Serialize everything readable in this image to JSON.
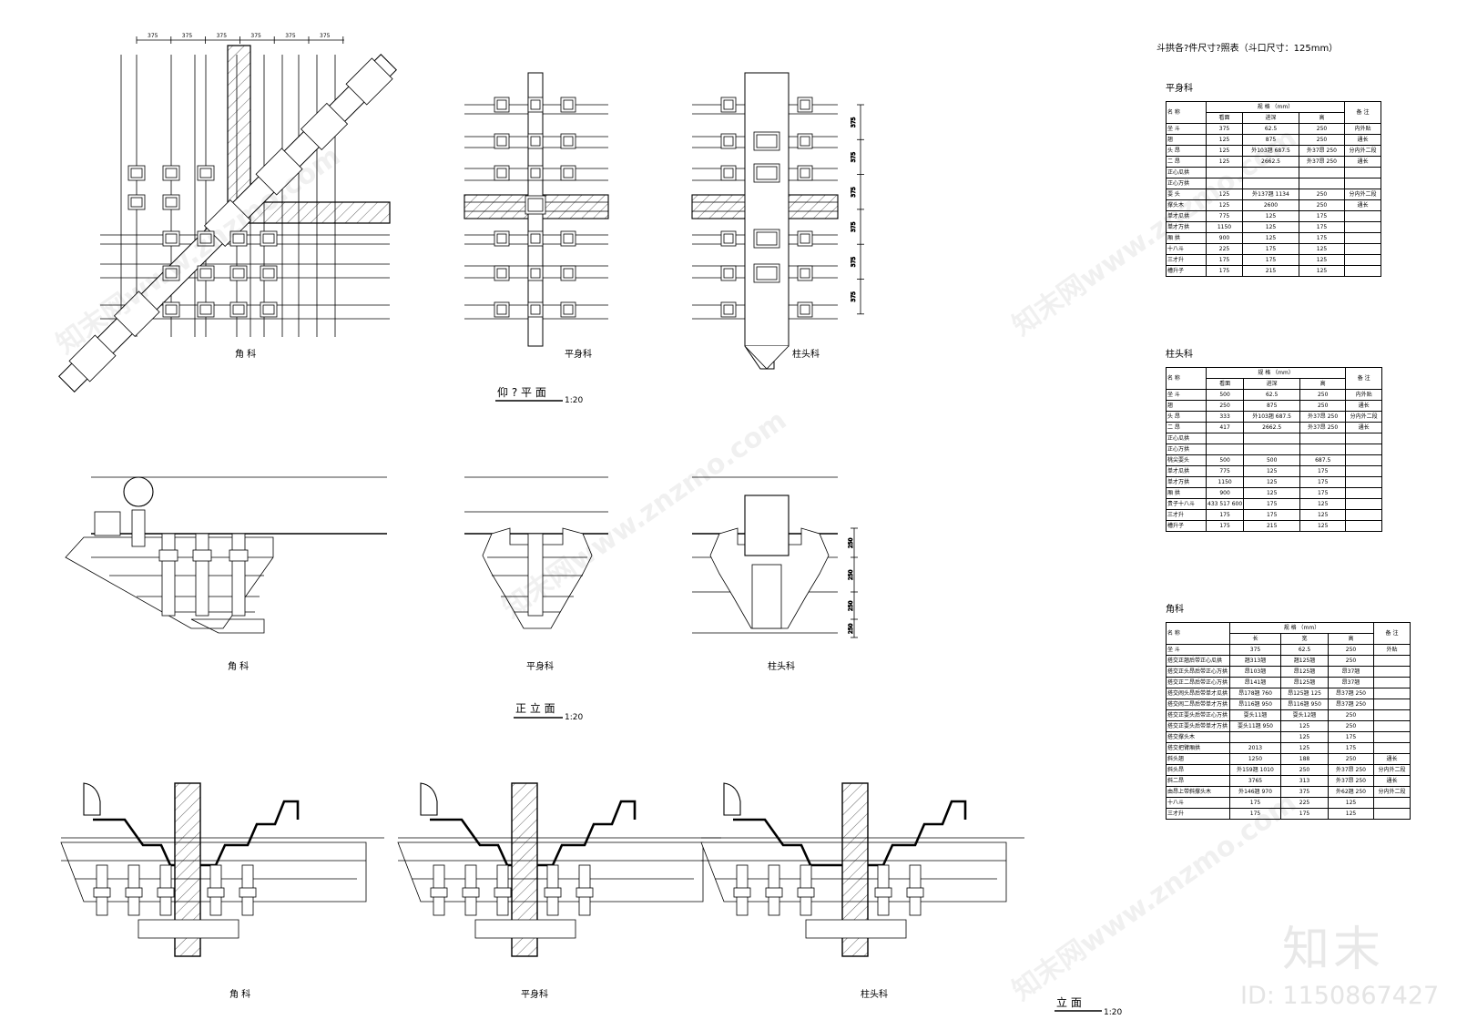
{
  "title": "斗拱各?件尺寸?照表（斗口尺寸：125mm）",
  "plan_dims": [
    "375",
    "375",
    "375",
    "375",
    "375",
    "375"
  ],
  "side_dims": [
    "375",
    "375",
    "375",
    "375",
    "375",
    "375"
  ],
  "elev_dims": [
    "250",
    "250",
    "250",
    "250"
  ],
  "labels": {
    "plan_jiao": "角 科",
    "plan_ping": "平身科",
    "plan_zhu": "柱头科",
    "plan_section": "仰 ? 平 面",
    "plan_scale": "1:20",
    "elev_jiao": "角 科",
    "elev_ping": "平身科",
    "elev_zhu": "柱头科",
    "elev_section": "正 立 面",
    "elev_scale": "1:20",
    "side_jiao": "角 科",
    "side_ping": "平身科",
    "side_zhu": "柱头科",
    "side_section": "立 面",
    "side_scale": "1:20"
  },
  "table1": {
    "title": "平身科",
    "header1": [
      "名 称",
      "规 格 （mm）",
      "备 注"
    ],
    "header2": [
      "看面",
      "进深",
      "高"
    ],
    "rows": [
      [
        "坐 斗",
        "375",
        "62.5",
        "250",
        "内外贴"
      ],
      [
        "翘",
        "125",
        "875",
        "250",
        "通长"
      ],
      [
        "头 昂",
        "125",
        "外103翘 687.5",
        "外37昂 250",
        "分内外二段"
      ],
      [
        "二 昂",
        "125",
        "2662.5",
        "外37昂 250",
        "通长"
      ],
      [
        "正心瓜拱",
        "",
        "",
        "",
        ""
      ],
      [
        "正心万拱",
        "",
        "",
        "",
        ""
      ],
      [
        "耍 头",
        "125",
        "外137翘 1134",
        "250",
        "分内外二段"
      ],
      [
        "撑头木",
        "125",
        "2600",
        "250",
        "通长"
      ],
      [
        "单才瓜拱",
        "775",
        "125",
        "175",
        ""
      ],
      [
        "单才万拱",
        "1150",
        "125",
        "175",
        ""
      ],
      [
        "厢 拱",
        "900",
        "125",
        "175",
        ""
      ],
      [
        "十八斗",
        "225",
        "175",
        "125",
        ""
      ],
      [
        "三才升",
        "175",
        "175",
        "125",
        ""
      ],
      [
        "槽升子",
        "175",
        "215",
        "125",
        ""
      ]
    ]
  },
  "table2": {
    "title": "柱头科",
    "header1": [
      "名 称",
      "规 格 （mm）",
      "备 注"
    ],
    "header2": [
      "看面",
      "进深",
      "高"
    ],
    "rows": [
      [
        "坐 斗",
        "500",
        "62.5",
        "250",
        "内外贴"
      ],
      [
        "翘",
        "250",
        "875",
        "250",
        "通长"
      ],
      [
        "头 昂",
        "333",
        "外103翘 687.5",
        "外37昂 250",
        "分内外二段"
      ],
      [
        "二 昂",
        "417",
        "2662.5",
        "外37昂 250",
        "通长"
      ],
      [
        "正心瓜拱",
        "",
        "",
        "",
        ""
      ],
      [
        "正心万拱",
        "",
        "",
        "",
        ""
      ],
      [
        "桃尖耍头",
        "500",
        "500",
        "687.5",
        ""
      ],
      [
        "单才瓜拱",
        "775",
        "125",
        "175",
        ""
      ],
      [
        "单才万拱",
        "1150",
        "125",
        "175",
        ""
      ],
      [
        "厢 拱",
        "900",
        "125",
        "175",
        ""
      ],
      [
        "贵子十八斗",
        "433 517 600",
        "175",
        "125",
        ""
      ],
      [
        "三才升",
        "175",
        "175",
        "125",
        ""
      ],
      [
        "槽升子",
        "175",
        "215",
        "125",
        ""
      ]
    ]
  },
  "table3": {
    "title": "角科",
    "header1": [
      "名 称",
      "规 格 （mm）",
      "备 注"
    ],
    "header2": [
      "长",
      "宽",
      "高"
    ],
    "rows": [
      [
        "坐 斗",
        "375",
        "62.5",
        "250",
        "外贴"
      ],
      [
        "搭交正翘后带正心瓜拱",
        "翘313翘",
        "翘125翘",
        "250",
        ""
      ],
      [
        "搭交正头昂后带正心万拱",
        "昂103翘",
        "昂125翘",
        "昂37翘",
        ""
      ],
      [
        "搭交正二昂后带正心万拱",
        "昂141翘",
        "昂125翘",
        "昂37翘",
        ""
      ],
      [
        "搭交闹头昂后带单才瓜拱",
        "昂178翘 760",
        "昂125翘 125",
        "昂37翘 250",
        ""
      ],
      [
        "搭交闹二昂后带单才万拱",
        "昂116翘 950",
        "昂116翘 950",
        "昂37翘 250",
        ""
      ],
      [
        "搭交正耍头后带正心万拱",
        "耍头11翘",
        "耍头12翘",
        "250",
        ""
      ],
      [
        "搭交正耍头后带单才万拱",
        "耍头11翘 950",
        "125",
        "250",
        ""
      ],
      [
        "搭交撑头木",
        "",
        "125",
        "175",
        ""
      ],
      [
        "搭交把臂厢拱",
        "2013",
        "125",
        "175",
        ""
      ],
      [
        "斜头翘",
        "1250",
        "188",
        "250",
        "通长"
      ],
      [
        "斜头昂",
        "外159翘 1010",
        "250",
        "外37昂 250",
        "分内外二段"
      ],
      [
        "斜二昂",
        "3765",
        "313",
        "外37昂 250",
        "通长"
      ],
      [
        "由昂上带斜撑头木",
        "外146翘 970",
        "375",
        "外62翘 250",
        "分内外二段"
      ],
      [
        "十八斗",
        "175",
        "225",
        "125",
        ""
      ],
      [
        "三才升",
        "175",
        "175",
        "125",
        ""
      ]
    ]
  },
  "logo": "知末",
  "image_id": "ID: 1150867427",
  "watermark": "知末网www.znzmo.com"
}
